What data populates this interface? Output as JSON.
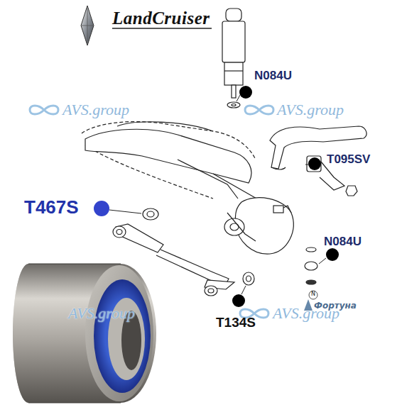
{
  "diagram": {
    "title": "LandCruiser",
    "labels": [
      "N084U",
      "AVS.group",
      "AVS.group",
      "T095SV",
      "T467S",
      "N084U",
      "AVS.group",
      "AVS.group",
      "N",
      "Фортуна",
      "T134S"
    ]
  }
}
